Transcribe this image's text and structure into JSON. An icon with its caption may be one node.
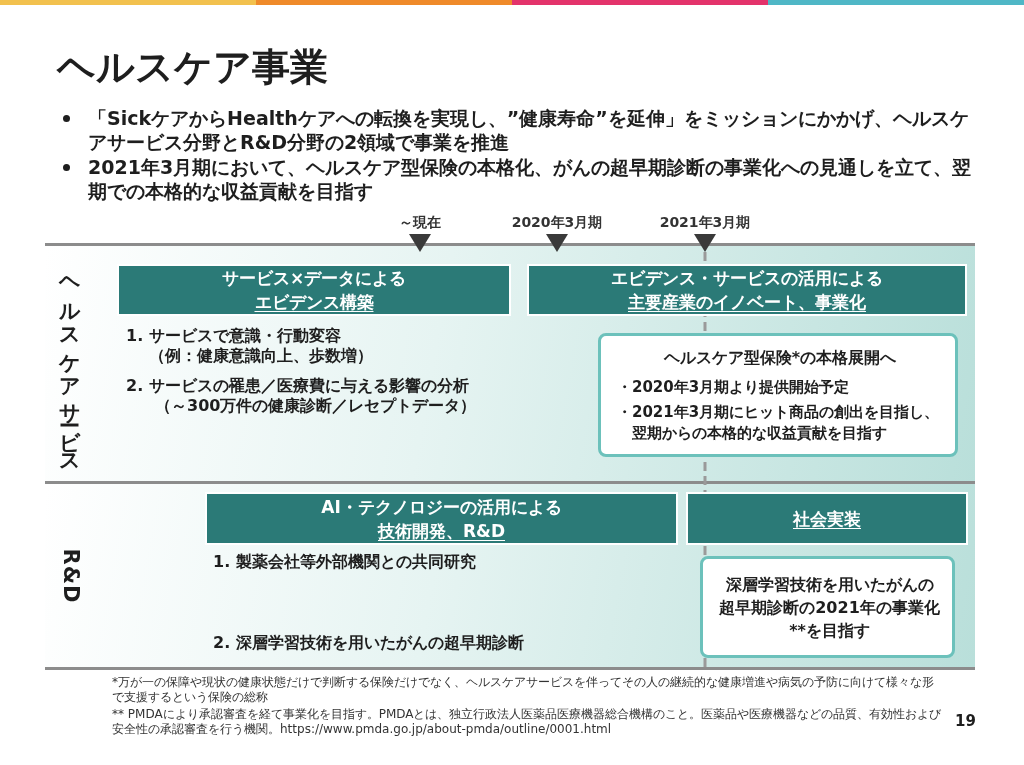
{
  "diagram": {
    "title": "ヘルスケア事業",
    "nodes": [
      {
        "text": [
          "ヘルスケアサービス",
          "1. サービスで意識・行動変容",
          "（例：健康意識向上、歩数増）",
          "2. サービスの罹患／医療費に与える影響の分析",
          "（～300万件の健康診断／レセプトデータ）"
        ]
      },
      {
        "text": [
          "サービス×データによる",
          "エビデンス構築"
        ],
        "in": 0
      },
      {
        "text": [
          "エビデンス・サービスの活用による",
          "主要産業のイノベート、事業化"
        ],
        "in": 0
      },
      {
        "text": [
          "ヘルスケア型保険*の本格展開へ",
          "・2020年3月期より提供開始予定",
          "・2021年3月期にヒット商品の創出を目指し、翌期からの本格的な収益貢献を目指す"
        ],
        "in": 0
      },
      {
        "text": [
          "R&D",
          "1. 製薬会社等外部機関との共同研究",
          "2. 深層学習技術を用いたがんの超早期診断"
        ]
      },
      {
        "text": [
          "AI・テクノロジーの活用による",
          "技術開発、R&D"
        ],
        "in": 4
      },
      {
        "text": [
          "社会実装"
        ],
        "in": 4
      },
      {
        "text": [
          "深層学習技術を用いたがんの超早期診断の2021年の事業化**を目指す"
        ],
        "in": 4
      }
    ],
    "labels": [
      "「SickケアからHealthケアへの転換を実現し、”健康寿命”を延伸」をミッションにかかげ、ヘルスケアサービス分野とR&D分野の2領域で事業を推進",
      "2021年3月期において、ヘルスケア型保険の本格化、がんの超早期診断の事業化への見通しを立て、翌期での本格的な収益貢献を目指す",
      "～現在",
      "2020年3月期",
      "2021年3月期",
      "*万が一の保障や現状の健康状態だけで判断する保険だけでなく、ヘルスケアサービスを伴ってその人の継続的な健康増進や病気の予防に向けて様々な形で支援するという保険の総称",
      "** PMDAにより承認審査を経て事業化を目指す。PMDAとは、独立行政法人医薬品医療機器総合機構のこと。医薬品や医療機器などの品質、有効性および安全性の承認審査を行う機関。https://www.pmda.go.jp/about-pmda/outline/0001.html",
      "19"
    ]
  }
}
